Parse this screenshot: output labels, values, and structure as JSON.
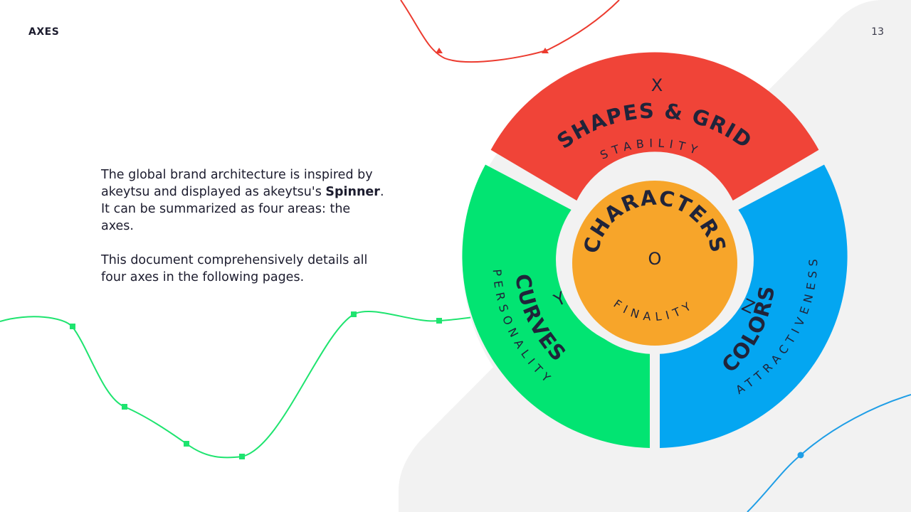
{
  "heading": "AXES",
  "page_number": "13",
  "body": {
    "p1_before": "The global brand architecture is inspired by akeytsu and displayed as akeytsu's ",
    "p1_bold": "Spinner",
    "p1_after": ". It can be summarized as four areas: the axes.",
    "p2": "This document comprehensively details all four axes in the following pages."
  },
  "spinner": {
    "center": {
      "title": "CHARACTERS",
      "subtitle": "FINALITY",
      "axis": "O",
      "color": "#f7a52a"
    },
    "segments": [
      {
        "title": "SHAPES & GRID",
        "subtitle": "STABILITY",
        "axis": "X",
        "color": "#f04438"
      },
      {
        "title": "COLORS",
        "subtitle": "ATTRACTIVENESS",
        "axis": "Z",
        "color": "#04a6f1"
      },
      {
        "title": "CURVES",
        "subtitle": "PERSONALITY",
        "axis": "Y",
        "color": "#02e472"
      }
    ]
  },
  "colors": {
    "red_curve": "#ec3b2f",
    "green_curve": "#1ee46f",
    "blue_curve": "#1f9ee6",
    "grey_panel": "#f2f2f2",
    "dark_text": "#20243a"
  }
}
